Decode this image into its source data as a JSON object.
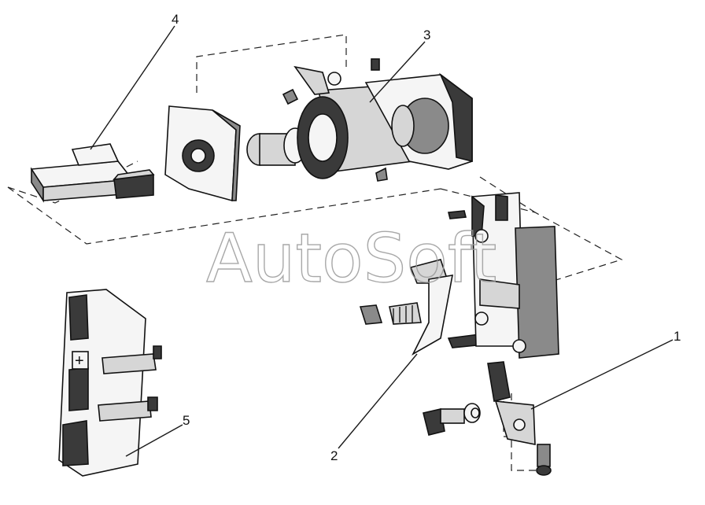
{
  "callouts": [
    {
      "id": "1",
      "label": "1"
    },
    {
      "id": "2",
      "label": "2"
    },
    {
      "id": "3",
      "label": "3"
    },
    {
      "id": "4",
      "label": "4"
    },
    {
      "id": "5",
      "label": "5"
    }
  ],
  "watermark": "AutoSoft",
  "terminal_symbol": "+",
  "colors": {
    "ink": "#111111",
    "paper": "#ffffff",
    "watermark": "#9a9a9a"
  }
}
